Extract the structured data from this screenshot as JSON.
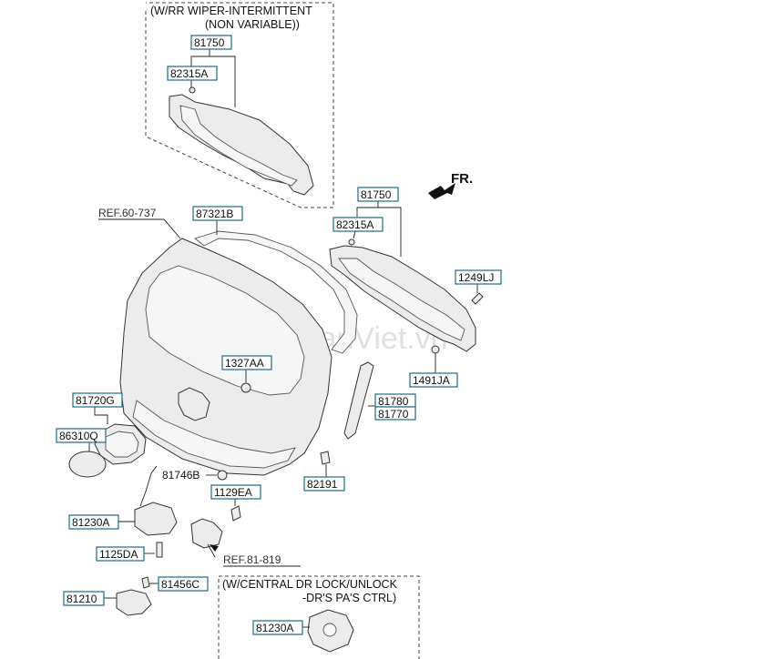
{
  "notes": {
    "wiper_line1": "(W/RR WIPER-INTERMITTENT",
    "wiper_line2": "(NON VARIABLE))",
    "lock_line1": "(W/CENTRAL DR LOCK/UNLOCK",
    "lock_line2": "-DR'S  PA'S CTRL)"
  },
  "direction": {
    "label": "FR."
  },
  "references": {
    "ref_top": "REF.60-737",
    "ref_lock": "REF.81-819"
  },
  "watermark": "SedanViet.vn",
  "parts": {
    "p81750_top": "81750",
    "p82315A_top": "82315A",
    "p81750_right": "81750",
    "p82315A_right": "82315A",
    "p87321B": "87321B",
    "p1249LJ": "1249LJ",
    "p1327AA": "1327AA",
    "p1491JA": "1491JA",
    "p81720G": "81720G",
    "p81780": "81780",
    "p81770": "81770",
    "p86310Q": "86310Q",
    "p81746B": "81746B",
    "p82191": "82191",
    "p1129EA": "1129EA",
    "p81230A": "81230A",
    "p1125DA": "1125DA",
    "p81456C": "81456C",
    "p81210": "81210",
    "p81230A_opt": "81230A"
  },
  "colors": {
    "label_border": "#1f6b8a",
    "line": "#222222"
  }
}
